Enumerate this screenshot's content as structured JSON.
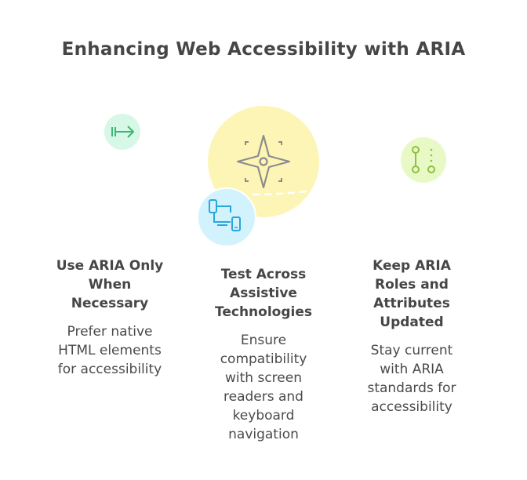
{
  "title": "Enhancing Web Accessibility with ARIA",
  "colors": {
    "green_circle": "#d7f8e6",
    "green_icon": "#3cb874",
    "yellow_circle": "#fdf5b5",
    "star_icon": "#8c8c8c",
    "blue_circle": "#d2f2fd",
    "blue_icon": "#2ba6d9",
    "lime_circle": "#e8f9c6",
    "lime_icon": "#8dc043",
    "text": "#464646"
  },
  "items": [
    {
      "heading": [
        "Use ARIA Only",
        "When",
        "Necessary"
      ],
      "description": [
        "Prefer native",
        "HTML elements",
        "for accessibility"
      ],
      "icon": "arrow-right-to-line-icon"
    },
    {
      "heading": [
        "Test Across",
        "Assistive",
        "Technologies"
      ],
      "description": [
        "Ensure",
        "compatibility",
        "with screen",
        "readers and",
        "keyboard",
        "navigation"
      ],
      "icon": "devices-icon"
    },
    {
      "heading": [
        "Keep ARIA",
        "Roles and",
        "Attributes",
        "Updated"
      ],
      "description": [
        "Stay current",
        "with ARIA",
        "standards for",
        "accessibility"
      ],
      "icon": "git-branch-nodes-icon"
    }
  ],
  "center_icon": "compass-star-icon"
}
